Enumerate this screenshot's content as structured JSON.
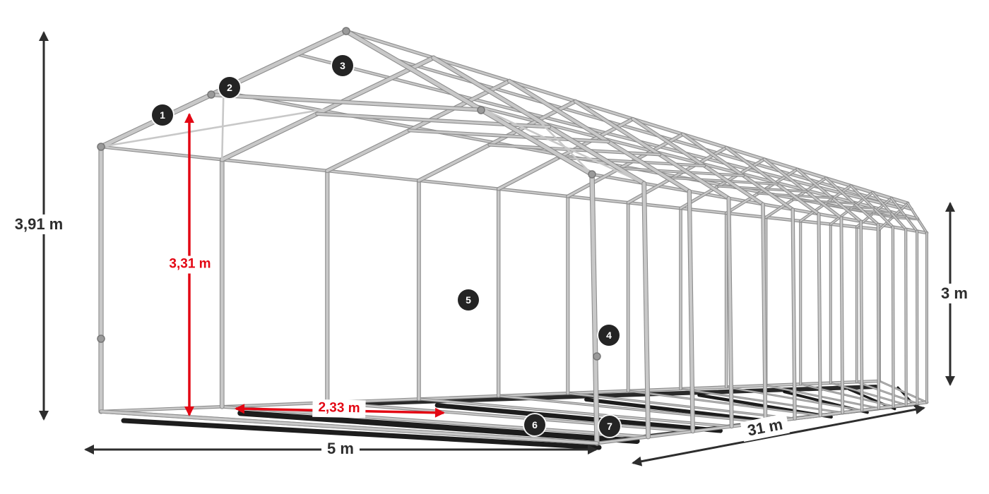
{
  "diagram": {
    "description": "Steel frame construction diagram of a 5 x 31 m storage tent with dimension arrows and numbered part callouts",
    "colors": {
      "background": "#ffffff",
      "frame_tube": "#c8c8c8",
      "frame_outline": "#8d8d8d",
      "dimension_arrow": "#2d2d2d",
      "accent_red": "#e30613",
      "badge_background": "#242424",
      "badge_text": "#ffffff",
      "shadow": "#050505"
    },
    "dimensions": {
      "total_height": "3,91 m",
      "inner_height": "3,31 m",
      "side_height": "3 m",
      "width": "5 m",
      "length": "31 m",
      "pole_spacing": "2,33 m"
    },
    "callouts": [
      "1",
      "2",
      "3",
      "4",
      "5",
      "6",
      "7"
    ]
  }
}
